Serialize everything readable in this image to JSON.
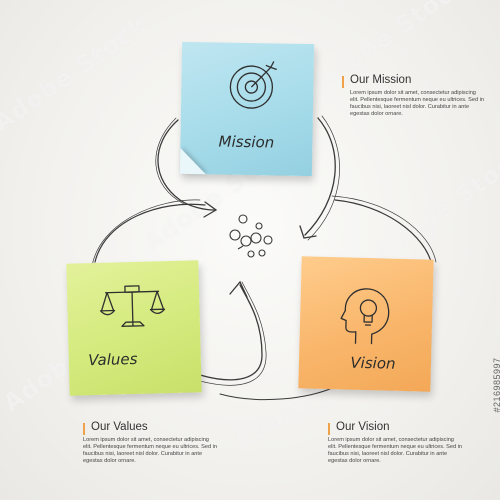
{
  "watermark_text": "Adobe Stock",
  "side_id": "#216985997",
  "accent_color": "#f0a24a",
  "notes": {
    "mission": {
      "label": "Mission",
      "icon": "target-dart-icon",
      "color": "#a7dcea"
    },
    "values": {
      "label": "Values",
      "icon": "scales-icon",
      "color": "#d4ea7d"
    },
    "vision": {
      "label": "Vision",
      "icon": "head-lightbulb-icon",
      "color": "#f9b66b"
    }
  },
  "center_icon": "molecule-cluster-icon",
  "info": {
    "mission": {
      "title": "Our Mission",
      "text": "Lorem ipsum dolor sit amet, consectetur adipiscing elit. Pellentesque fermentum neque eu ultrices. Sed in faucibus nisi, laoreet nisl dolor. Curabitur in ante egestas dolor ornare."
    },
    "values": {
      "title": "Our Values",
      "text": "Lorem ipsum dolor sit amet, consectetur adipiscing elit. Pellentesque fermentum neque eu ultrices. Sed in faucibus nisi, laoreet nisl dolor. Curabitur in ante egestas dolor ornare."
    },
    "vision": {
      "title": "Our Vision",
      "text": "Lorem ipsum dolor sit amet, consectetur adipiscing elit. Pellentesque fermentum neque eu ultrices. Sed in faucibus nisi, laoreet nisl dolor. Curabitur in ante egestas dolor ornare."
    }
  }
}
